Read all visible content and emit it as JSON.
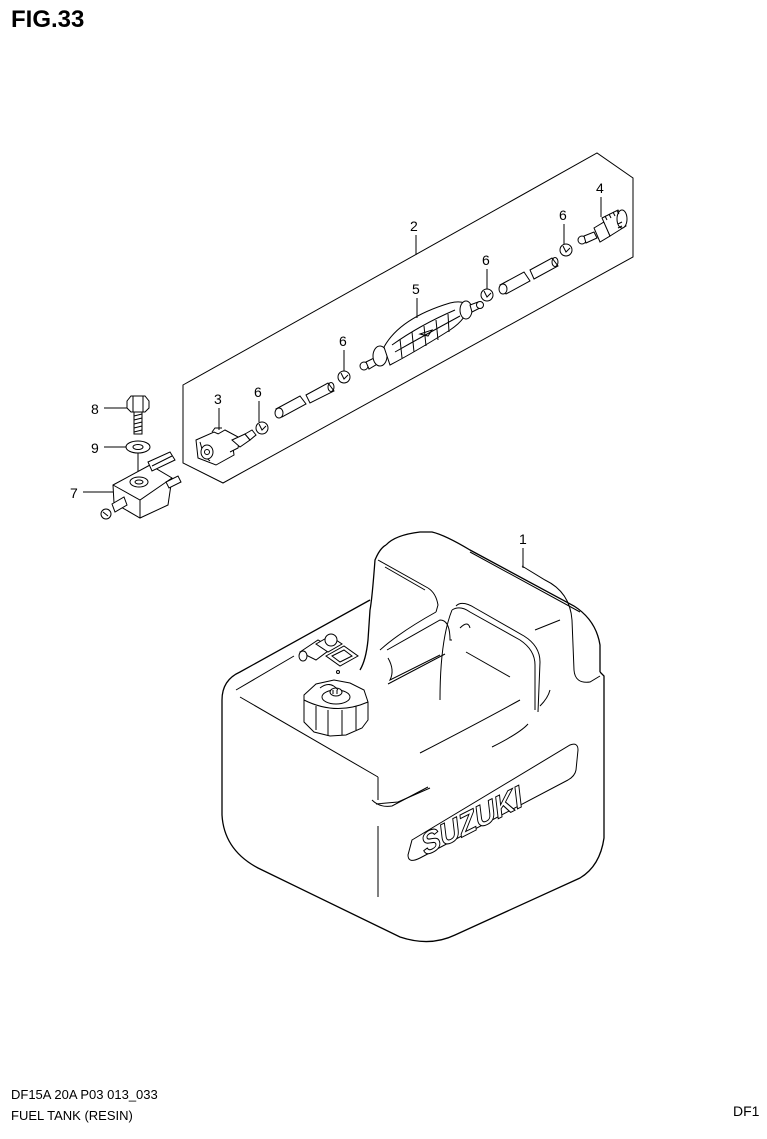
{
  "figure": {
    "title": "FIG.33"
  },
  "footer": {
    "code": "DF15A 20A P03 013_033",
    "name": "FUEL TANK (RESIN)",
    "right_label": "DF1"
  },
  "diagram": {
    "subject": "Fuel tank (resin) exploded parts view",
    "brand_text": "SUZUKI",
    "callouts": [
      {
        "number": "1",
        "part": "fuel-tank"
      },
      {
        "number": "2",
        "part": "fuel-hose-assembly"
      },
      {
        "number": "3",
        "part": "connector-engine-side"
      },
      {
        "number": "4",
        "part": "connector-tank-side"
      },
      {
        "number": "5",
        "part": "primer-bulb"
      },
      {
        "number": "6",
        "part": "hose-clamp"
      },
      {
        "number": "6",
        "part": "hose-clamp"
      },
      {
        "number": "6",
        "part": "hose-clamp"
      },
      {
        "number": "6",
        "part": "hose-clamp"
      },
      {
        "number": "7",
        "part": "fuel-connector-bracket"
      },
      {
        "number": "8",
        "part": "bolt"
      },
      {
        "number": "9",
        "part": "washer"
      }
    ]
  }
}
